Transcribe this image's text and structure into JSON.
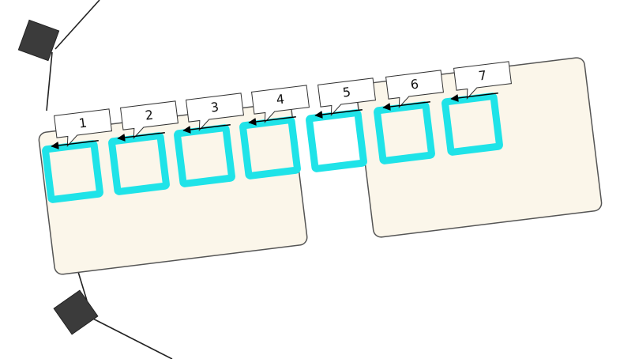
{
  "colors": {
    "background": "#ffffff",
    "tray_fill": "#fbf6ea",
    "tray_stroke": "#555555",
    "slot_stroke": "#1fe3e8",
    "callout_fill": "#ffffff",
    "callout_stroke": "#333333",
    "arrow": "#000000",
    "camera_fill": "#3b3b3b",
    "camera_line": "#222222"
  },
  "icons": {
    "camera_top": "square-marker-icon",
    "camera_bottom": "square-marker-icon"
  },
  "callouts": [
    {
      "label": "1"
    },
    {
      "label": "2"
    },
    {
      "label": "3"
    },
    {
      "label": "4"
    },
    {
      "label": "5"
    },
    {
      "label": "6"
    },
    {
      "label": "7"
    }
  ]
}
